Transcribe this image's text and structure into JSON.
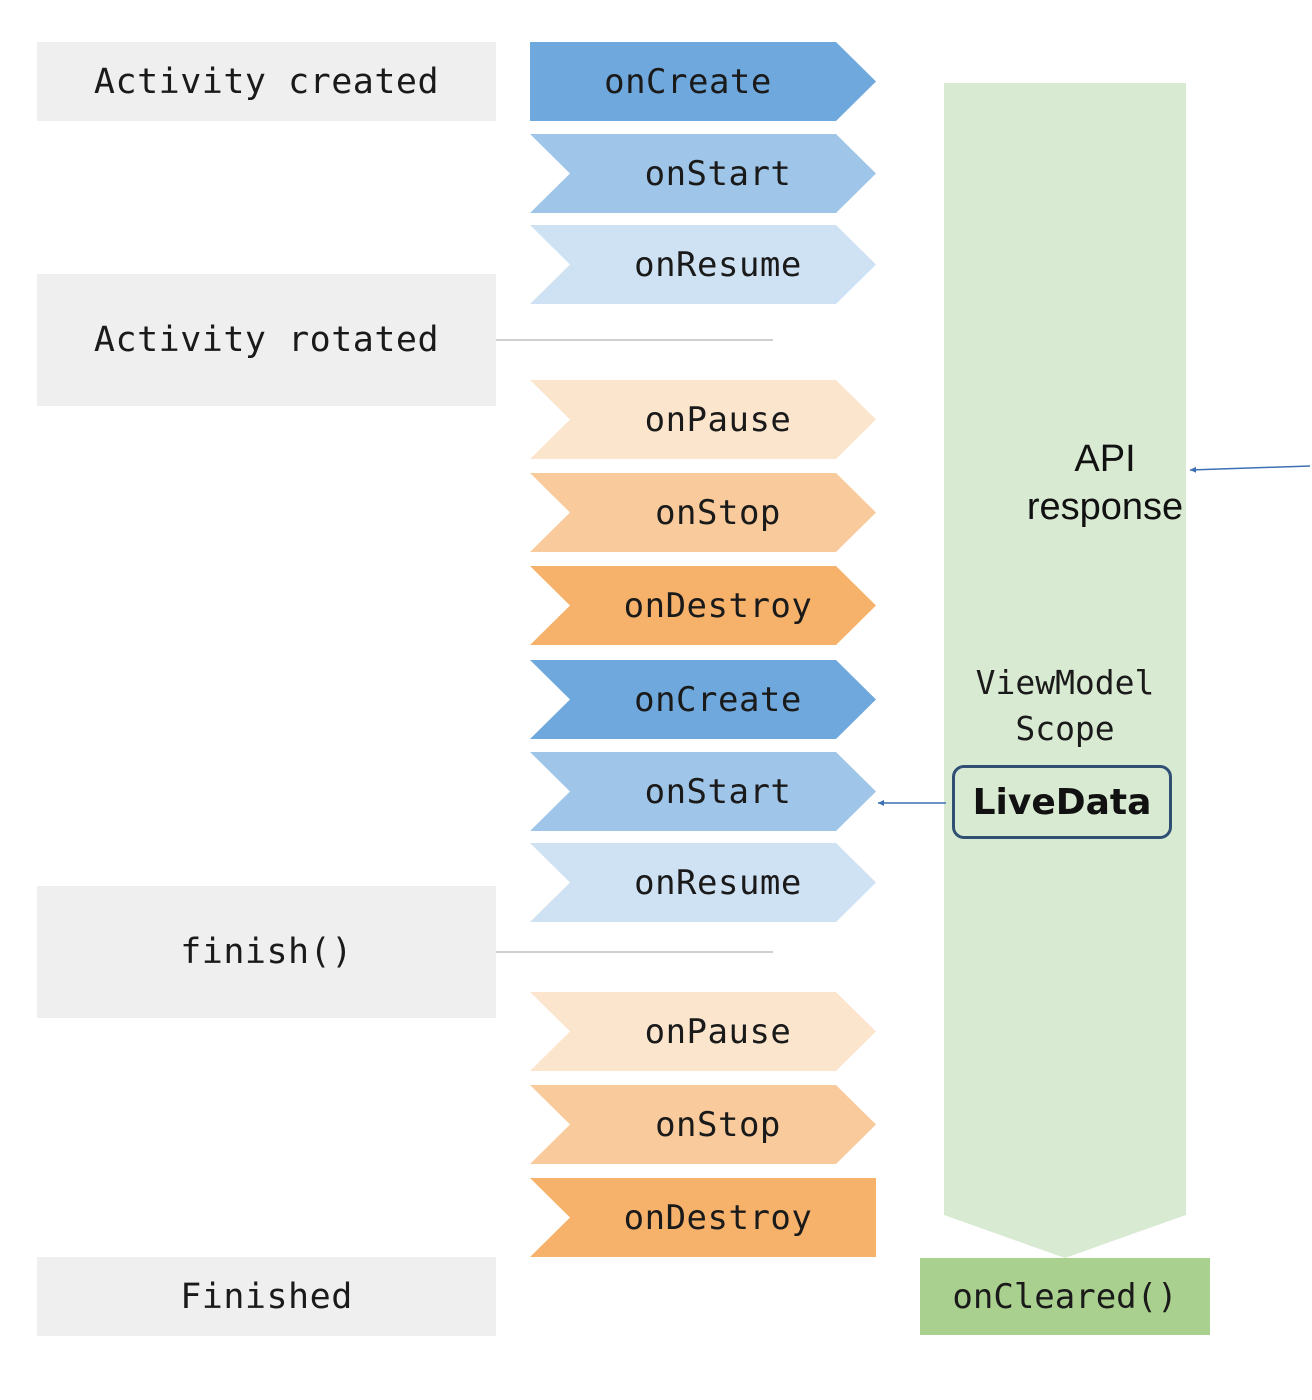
{
  "states": [
    {
      "id": "activity-created",
      "label": "Activity created"
    },
    {
      "id": "activity-rotated",
      "label": "Activity rotated"
    },
    {
      "id": "finish",
      "label": "finish()"
    },
    {
      "id": "finished",
      "label": "Finished"
    }
  ],
  "lifecycle": [
    {
      "label": "onCreate",
      "color": "#6fa8dc"
    },
    {
      "label": "onStart",
      "color": "#9fc5e8"
    },
    {
      "label": "onResume",
      "color": "#cfe2f3"
    },
    {
      "label": "onPause",
      "color": "#fce5cd"
    },
    {
      "label": "onStop",
      "color": "#f9cb9c"
    },
    {
      "label": "onDestroy",
      "color": "#f6b26b"
    },
    {
      "label": "onCreate",
      "color": "#6fa8dc"
    },
    {
      "label": "onStart",
      "color": "#9fc5e8"
    },
    {
      "label": "onResume",
      "color": "#cfe2f3"
    },
    {
      "label": "onPause",
      "color": "#fce5cd"
    },
    {
      "label": "onStop",
      "color": "#f9cb9c"
    },
    {
      "label": "onDestroy",
      "color": "#f6b26b"
    }
  ],
  "scope": {
    "label_line1": "ViewModel",
    "label_line2": "Scope",
    "color": "#d9ead3"
  },
  "api_response": {
    "line1": "API",
    "line2": "response"
  },
  "livedata": {
    "label": "LiveData"
  },
  "oncleared": {
    "label": "onCleared()",
    "color": "#a9d08e"
  }
}
